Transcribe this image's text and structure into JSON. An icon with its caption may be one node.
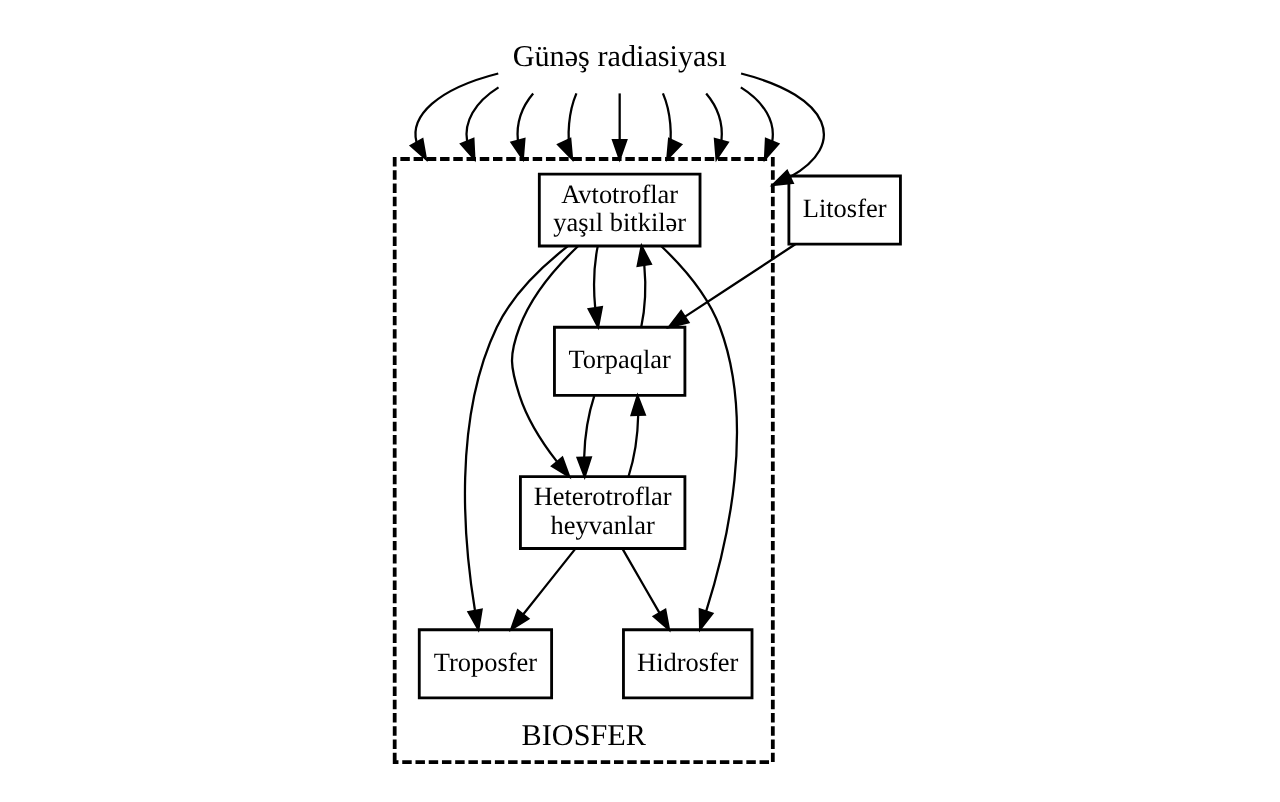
{
  "diagram": {
    "nodes": [
      {
        "text": [
          "Günəş radiasiyası"
        ]
      },
      {
        "text": [
          "BIOSFER"
        ]
      },
      {
        "text": [
          "Avtotroflar",
          "yaşıl bitkilər"
        ],
        "in": 1
      },
      {
        "text": [
          "Litosfer"
        ]
      },
      {
        "text": [
          "Torpaqlar"
        ],
        "in": 1
      },
      {
        "text": [
          "Troposfer"
        ],
        "in": 1
      },
      {
        "text": [
          "Hidrosfer"
        ],
        "in": 1
      },
      {
        "text": [
          "Heterotroflar",
          "heyvanlar"
        ],
        "in": 1
      }
    ],
    "edges": [
      {
        "from": 0,
        "to": 1,
        "arrow": "to"
      },
      {
        "from": 0,
        "to": 1,
        "arrow": "to"
      },
      {
        "from": 0,
        "to": 1,
        "arrow": "to"
      },
      {
        "from": 0,
        "to": 1,
        "arrow": "to"
      },
      {
        "from": 0,
        "to": 1,
        "arrow": "to"
      },
      {
        "from": 0,
        "to": 1,
        "arrow": "to"
      },
      {
        "from": 0,
        "to": 1,
        "arrow": "to"
      },
      {
        "from": 0,
        "to": 1,
        "arrow": "to"
      },
      {
        "from": 0,
        "to": 1,
        "arrow": "to"
      },
      {
        "from": 3,
        "to": 4,
        "arrow": "to"
      },
      {
        "from": 2,
        "to": 4,
        "arrow": "to"
      },
      {
        "from": 4,
        "to": 2,
        "arrow": "to"
      },
      {
        "from": 4,
        "to": 7,
        "arrow": "to"
      },
      {
        "from": 7,
        "to": 4,
        "arrow": "to"
      },
      {
        "from": 2,
        "to": 7,
        "arrow": "to"
      },
      {
        "from": 2,
        "to": 5,
        "arrow": "to"
      },
      {
        "from": 2,
        "to": 6,
        "arrow": "to"
      },
      {
        "from": 7,
        "to": 5,
        "arrow": "to"
      },
      {
        "from": 7,
        "to": 6,
        "arrow": "to"
      }
    ]
  }
}
